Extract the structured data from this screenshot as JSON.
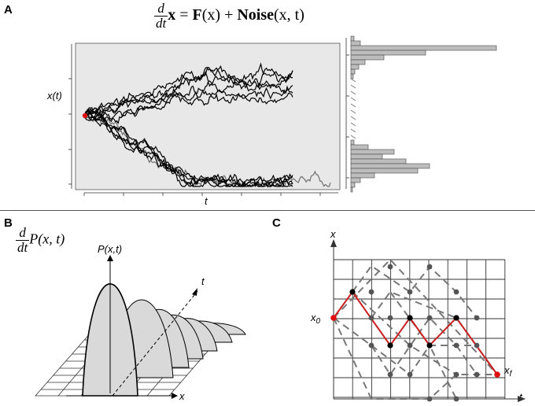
{
  "panels": {
    "a": {
      "label": "A",
      "equation": {
        "d": "d",
        "dt": "dt",
        "x1": "x",
        "equals": " = ",
        "F": "F",
        "Fx": "(x)",
        "plus": " + ",
        "Noise": "Noise",
        "noise_args": "(x, t)"
      },
      "ylabel": "x(t)",
      "xlabel": "t",
      "colors": {
        "background": "#e8e8e8",
        "trajectory": "#000000",
        "faded": "#777777",
        "start": "#e01010",
        "hist": "#b8b8b8"
      }
    },
    "b": {
      "label": "B",
      "equation": {
        "d": "d",
        "dt": "dt",
        "P": "P(x, t)"
      },
      "peak_label": "P(x,t)",
      "t_label": "t",
      "x_label": "x",
      "colors": {
        "fill": "#d9d9d9"
      }
    },
    "c": {
      "label": "C",
      "x_label": "x",
      "t_label": "t",
      "x0_label": "x",
      "x0_sub": "0",
      "xf_label": "x",
      "xf_sub": "f",
      "colors": {
        "path": "#cc1f1f",
        "dashed": "#777777",
        "node": "#000000",
        "endpoint": "#e01010"
      }
    }
  }
}
